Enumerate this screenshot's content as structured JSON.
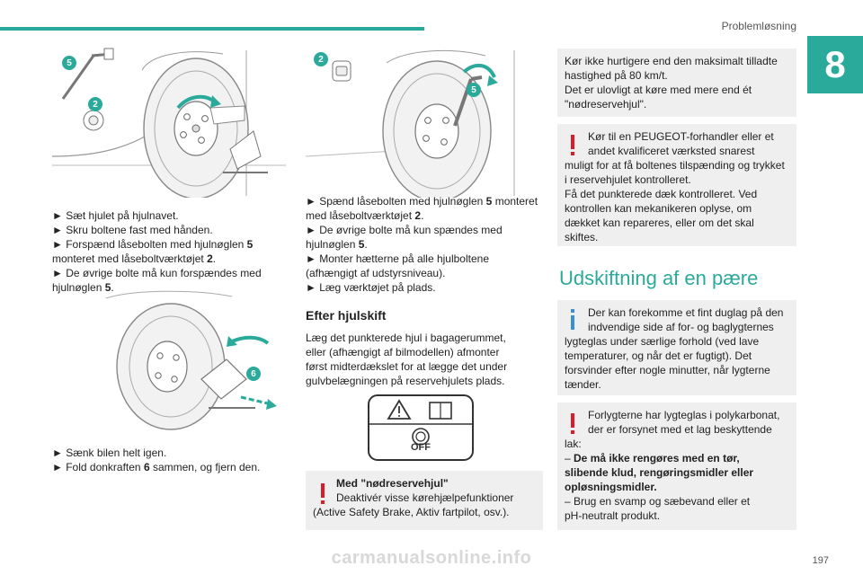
{
  "header": {
    "title": "Problemløsning",
    "chapter": "8",
    "page": "197"
  },
  "watermark": "carmanualsonline.info",
  "col1": {
    "callout_5": "5",
    "callout_2": "2",
    "steps_a": [
      "► Sæt hjulet på hjulnavet.",
      "► Skru boltene fast med hånden.",
      "► Forspænd låsebolten med hjulnøglen ",
      "monteret med låseboltværktøjet ",
      "► De øvrige bolte må kun forspændes med",
      "hjulnøglen "
    ],
    "ref_5a": "5",
    "ref_2a": "2",
    "ref_5b": "5",
    "dot": ".",
    "callout_6": "6",
    "steps_b": [
      "► Sænk bilen helt igen.",
      "► Fold donkraften ",
      " sammen, og fjern den."
    ],
    "ref_6": "6"
  },
  "col2": {
    "callout_2": "2",
    "callout_5": "5",
    "steps": [
      "► Spænd låsebolten med hjulnøglen ",
      " monteret",
      "med låseboltværktøjet ",
      "► De øvrige bolte må kun spændes med",
      "hjulnøglen ",
      "► Monter hætterne på alle hjulboltene",
      "(afhængigt af udstyrsniveau).",
      "► Læg værktøjet på plads."
    ],
    "ref_5": "5",
    "ref_2": "2",
    "ref_5b": "5",
    "dot": ".",
    "heading": "Efter hjulskift",
    "para": [
      "Læg det punkterede hjul i bagagerummet,",
      "eller (afhængigt af bilmodellen) afmonter",
      "først midterdækslet for at lægge det under",
      "gulvbelægningen på reservehjulets plads."
    ],
    "off_label": "OFF",
    "warn_title": "Med \"nødreservehjul\"",
    "warn_lines": [
      "Deaktivér visse kørehjælpefunktioner",
      "(Active Safety Brake, Aktiv fartpilot, osv.)."
    ]
  },
  "col3": {
    "box1": [
      "Kør ikke hurtigere end den maksimalt tilladte",
      "hastighed på 80 km/t.",
      "Det er ulovligt at køre med mere end ét",
      "\"nødreservehjul\"."
    ],
    "box2": [
      "Kør til en PEUGEOT-forhandler eller et",
      "andet kvalificeret værksted snarest",
      "muligt for at få boltenes tilspænding og trykket",
      "i reservehjulet kontrolleret.",
      "Få det punkterede dæk kontrolleret. Ved",
      "kontrollen kan mekanikeren oplyse, om",
      "dækket kan repareres, eller om det skal",
      "skiftes."
    ],
    "heading": "Udskiftning af en pære",
    "box3": [
      "Der kan forekomme et fint duglag på den",
      "indvendige side af for- og baglygternes",
      "lygteglas under særlige forhold (ved lave",
      "temperaturer, og når det er fugtigt). Det",
      "forsvinder efter nogle minutter, når lygterne",
      "tænder."
    ],
    "box4": [
      "Forlygterne har lygteglas i polykarbonat,",
      "der er forsynet med et lag beskyttende",
      "lak:",
      "– ",
      "De må ikke rengøres med en tør,",
      "slibende klud, rengøringsmidler eller",
      "opløsningsmidler.",
      "– Brug en svamp og sæbevand eller et",
      "pH-neutralt produkt."
    ]
  },
  "colors": {
    "teal": "#2aaa9b",
    "warning": "#d91c2a",
    "info": "#3c8fd6",
    "box_bg": "#efefef"
  }
}
